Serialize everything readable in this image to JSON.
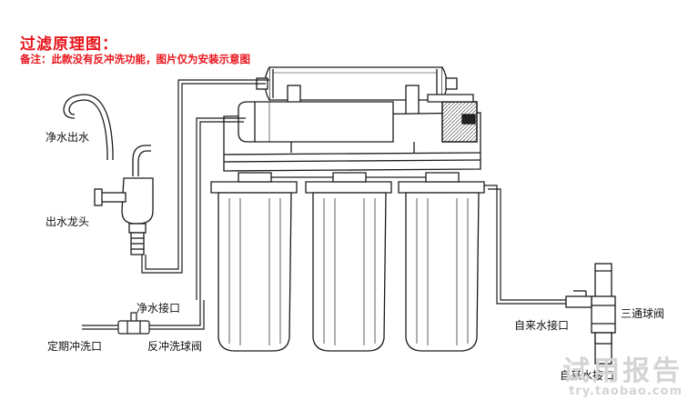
{
  "header": {
    "title": "过滤原理图：",
    "note": "备注：此款没有反冲洗功能，图片仅为安装示意图"
  },
  "labels": {
    "clean_water_outlet": "净水出水",
    "faucet": "出水龙头",
    "clean_water_connector": "净水接口",
    "periodic_flush_outlet": "定期冲洗口",
    "backflush_ball_valve": "反冲洗球阀",
    "tap_water_connector": "自来水接口",
    "three_way_ball_valve": "三通球阀",
    "tap_water_connector_bottom": "自来水接口"
  },
  "watermark": {
    "text": "试用报告",
    "site": "try.taobao.com"
  },
  "colors": {
    "title": "#e8141b",
    "line": "#1a1a1a",
    "watermark": "#d4d4d4"
  }
}
